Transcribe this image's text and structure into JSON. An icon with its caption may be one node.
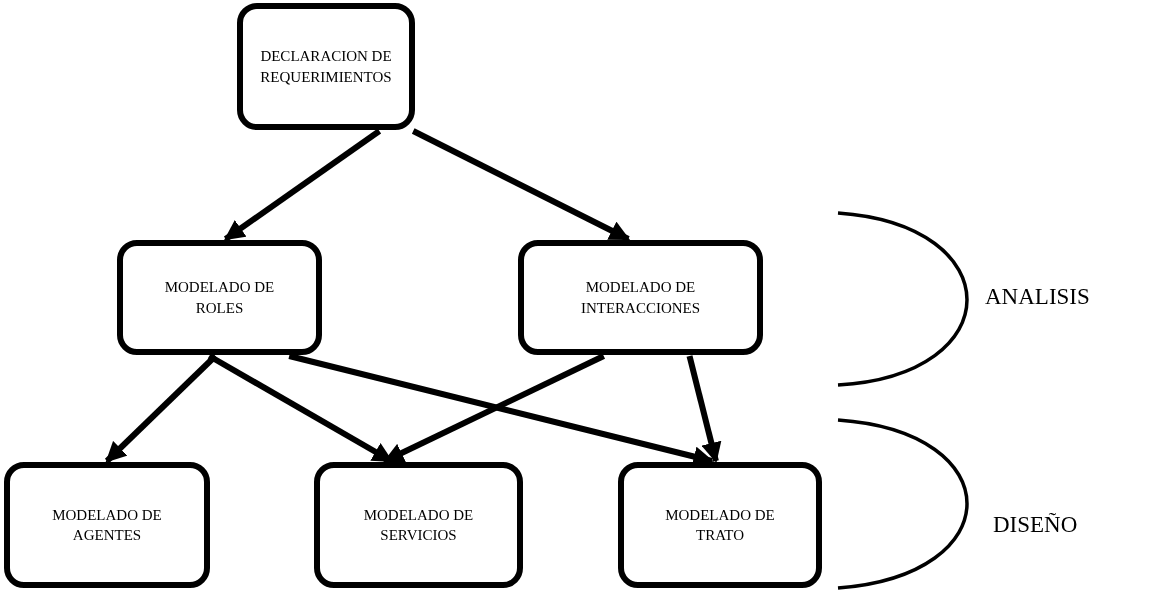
{
  "diagram": {
    "nodes": [
      {
        "text": [
          "DECLARACION DE REQUERIMIENTOS"
        ]
      },
      {
        "text": [
          "MODELADO DE ROLES"
        ]
      },
      {
        "text": [
          "MODELADO DE INTERACCIONES"
        ]
      },
      {
        "text": [
          "MODELADO DE AGENTES"
        ]
      },
      {
        "text": [
          "MODELADO DE SERVICIOS"
        ]
      },
      {
        "text": [
          "MODELADO DE TRATO"
        ]
      }
    ],
    "edges": [
      {
        "from": 0,
        "to": 1,
        "arrow": "to"
      },
      {
        "from": 0,
        "to": 2,
        "arrow": "to"
      },
      {
        "from": 1,
        "to": 3,
        "arrow": "to"
      },
      {
        "from": 1,
        "to": 4,
        "arrow": "to"
      },
      {
        "from": 1,
        "to": 5,
        "arrow": "to"
      },
      {
        "from": 2,
        "to": 4,
        "arrow": "to"
      },
      {
        "from": 2,
        "to": 5,
        "arrow": "to"
      }
    ],
    "labels": [
      "ANALISIS",
      "DISEÑO"
    ]
  }
}
